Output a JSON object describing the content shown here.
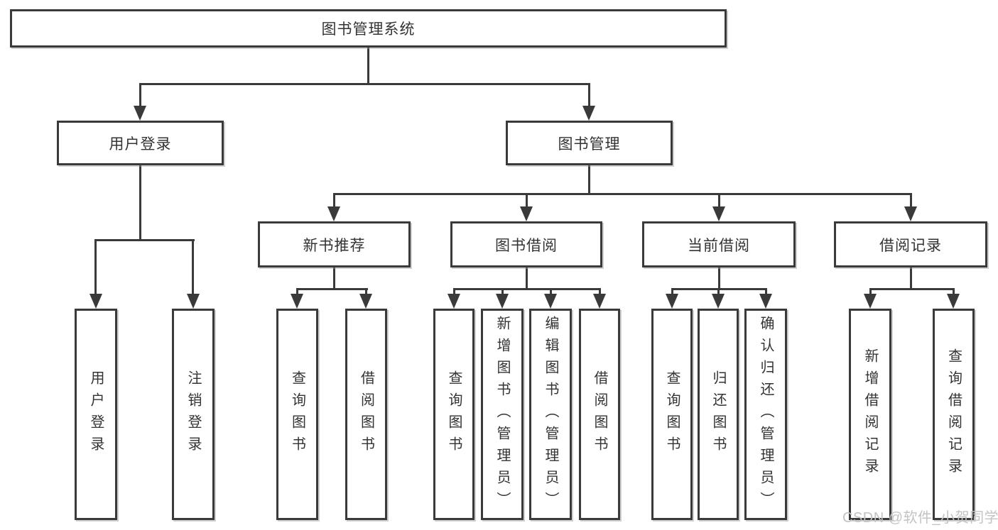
{
  "diagram": {
    "title": "图书管理系统",
    "level2": {
      "login": "用户登录",
      "manage": "图书管理"
    },
    "level3": {
      "recommend": "新书推荐",
      "borrow": "图书借阅",
      "current": "当前借阅",
      "records": "借阅记录"
    },
    "leaves": {
      "login": [
        "用户登录",
        "注销登录"
      ],
      "recommend": [
        "查询图书",
        "借阅图书"
      ],
      "borrow": [
        "查询图书",
        "新增图书（管理员）",
        "编辑图书（管理员）",
        "借阅图书"
      ],
      "current": [
        "查询图书",
        "归还图书",
        "确认归还（管理员）"
      ],
      "records": [
        "新增借阅记录",
        "查询借阅记录"
      ]
    },
    "watermark": "CSDN @软件_小贺同学",
    "colors": {
      "line": "#3a3a3a",
      "text": "#333333",
      "background": "#ffffff",
      "watermark": "#c3c3c3"
    }
  }
}
